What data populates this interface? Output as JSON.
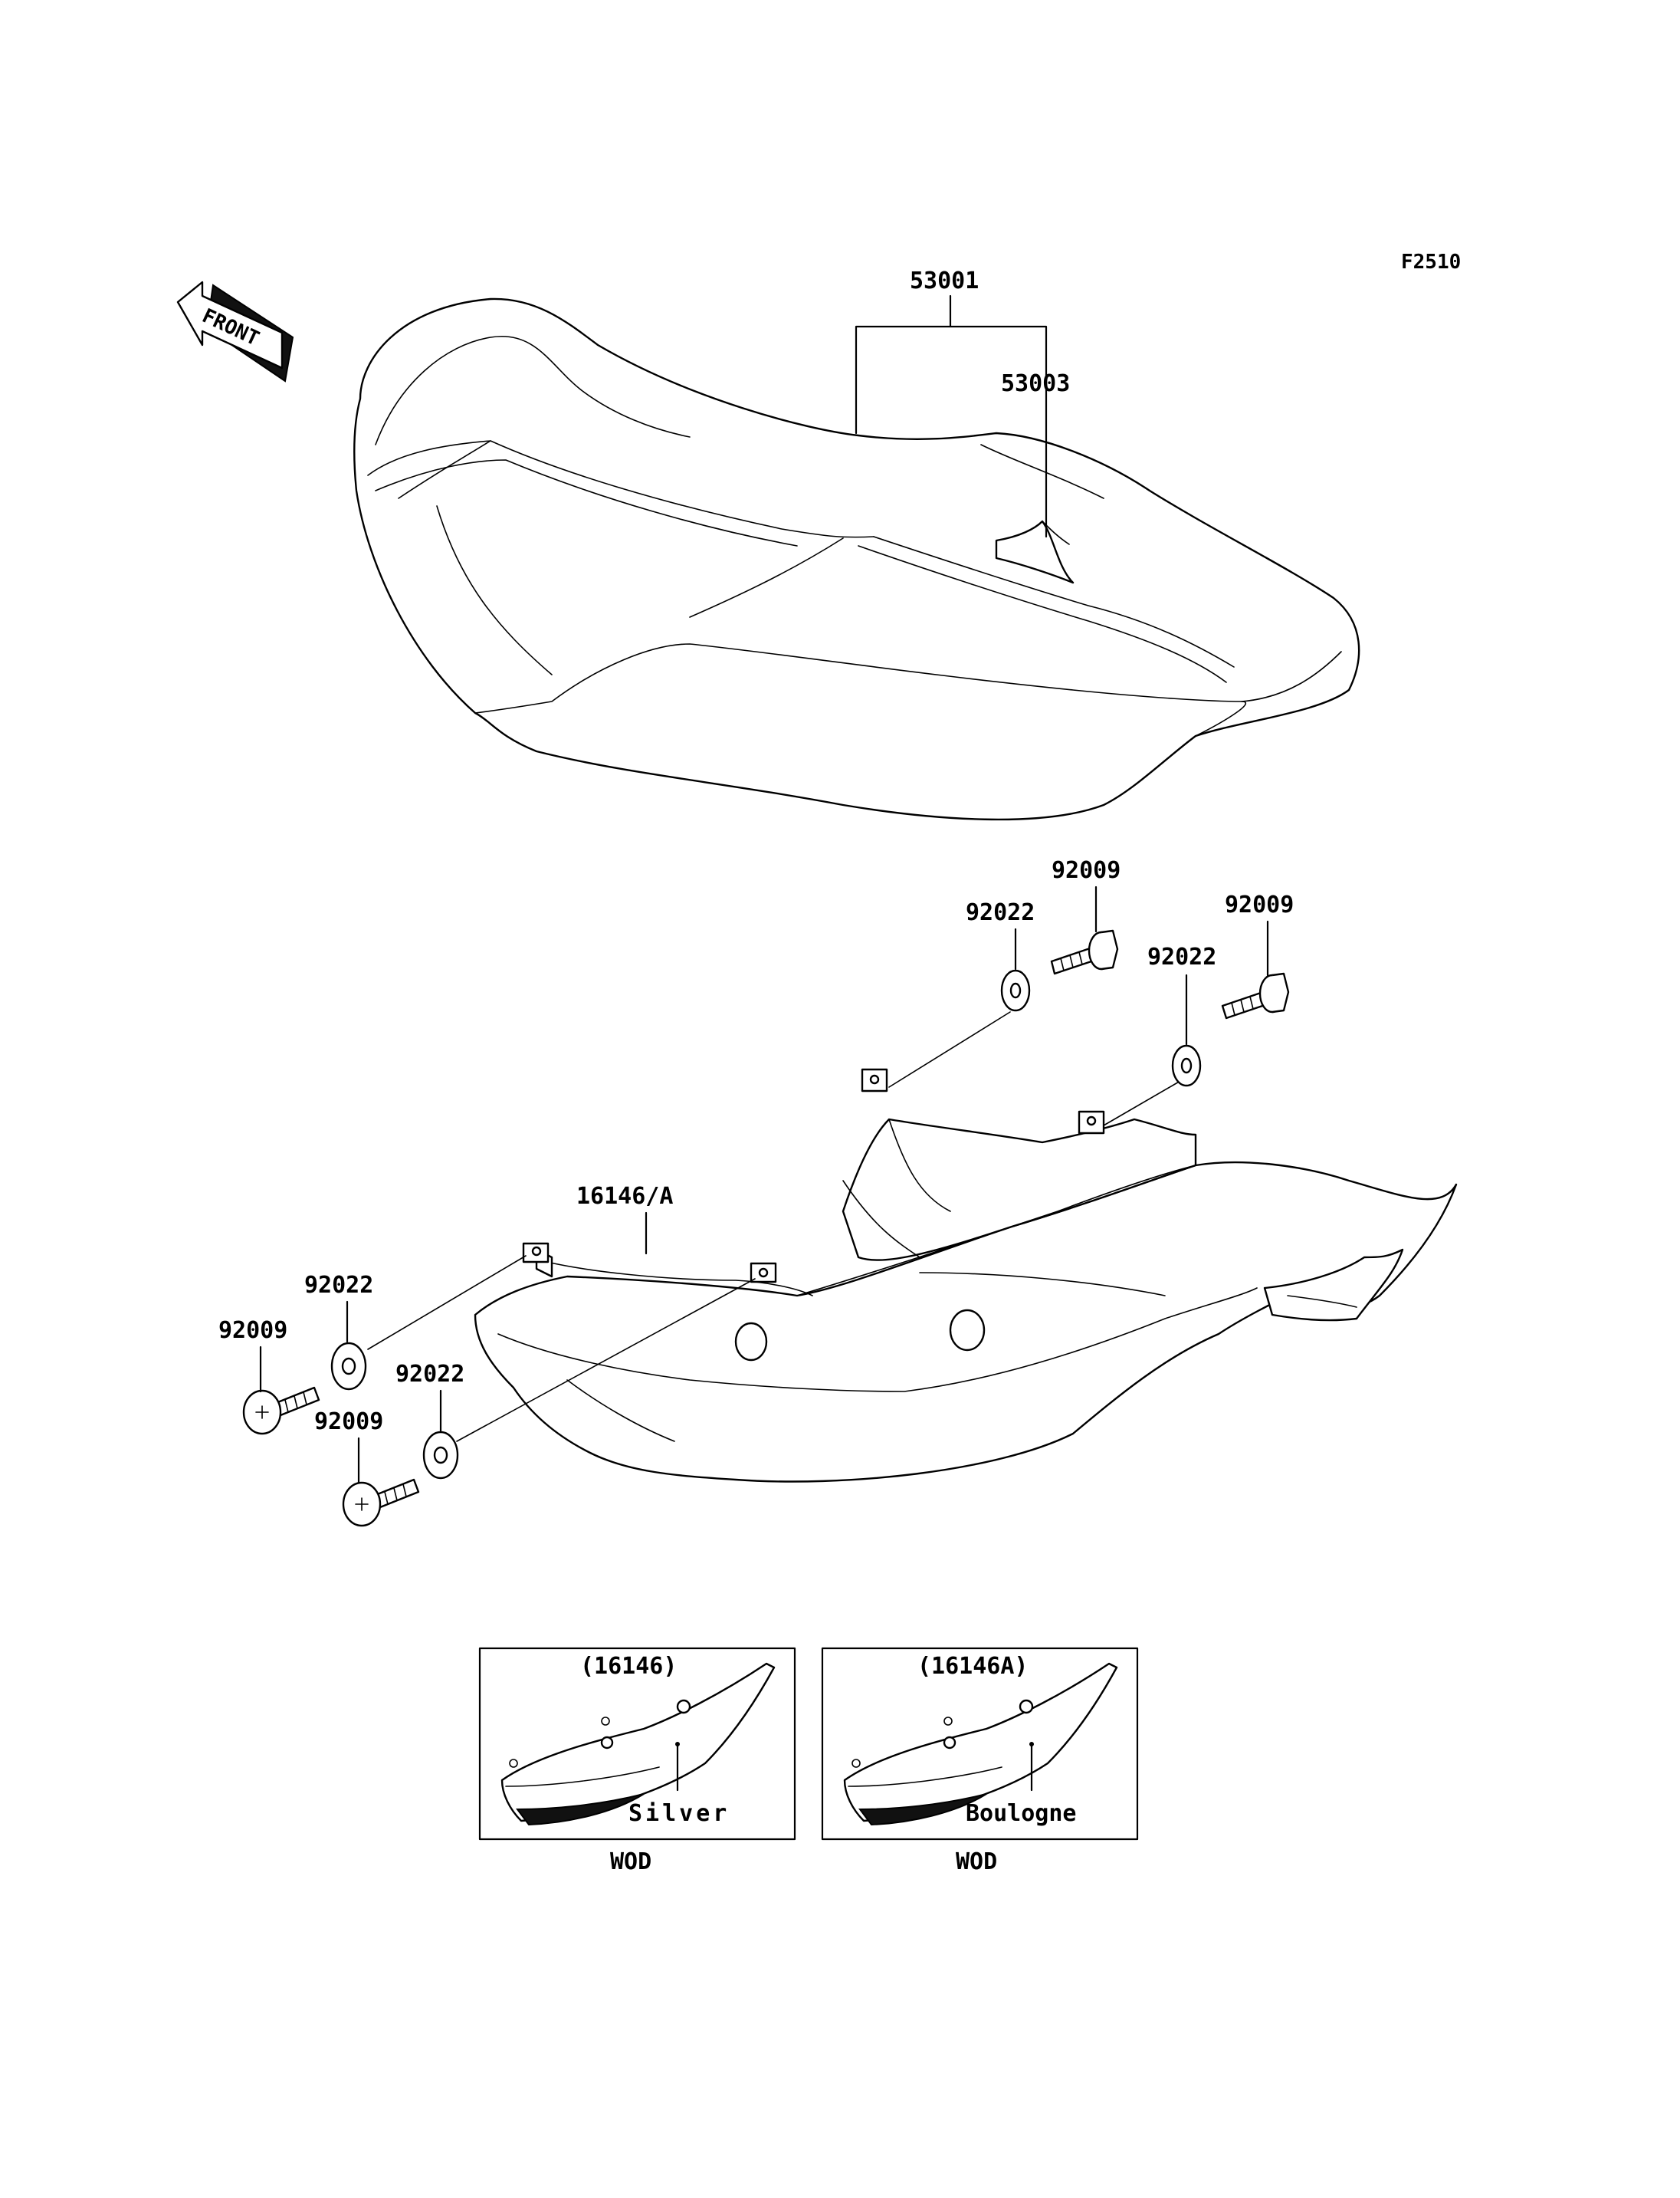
{
  "figure_code": "F2510",
  "front_label": "FRONT",
  "callouts": {
    "seat": "53001",
    "seat_cover": "53003",
    "side_cover": "16146/A",
    "bolt_top_left": "92009",
    "bolt_top_right": "92009",
    "bolt_bottom_left": "92009",
    "bolt_bottom_right": "92009",
    "washer_top_left": "92022",
    "washer_top_right": "92022",
    "washer_bottom_left": "92022",
    "washer_bottom_right": "92022"
  },
  "variants": [
    {
      "part": "(16146)",
      "color": "Silver",
      "note": "WOD"
    },
    {
      "part": "(16146A)",
      "color": "Boulogne",
      "note": "WOD"
    }
  ]
}
